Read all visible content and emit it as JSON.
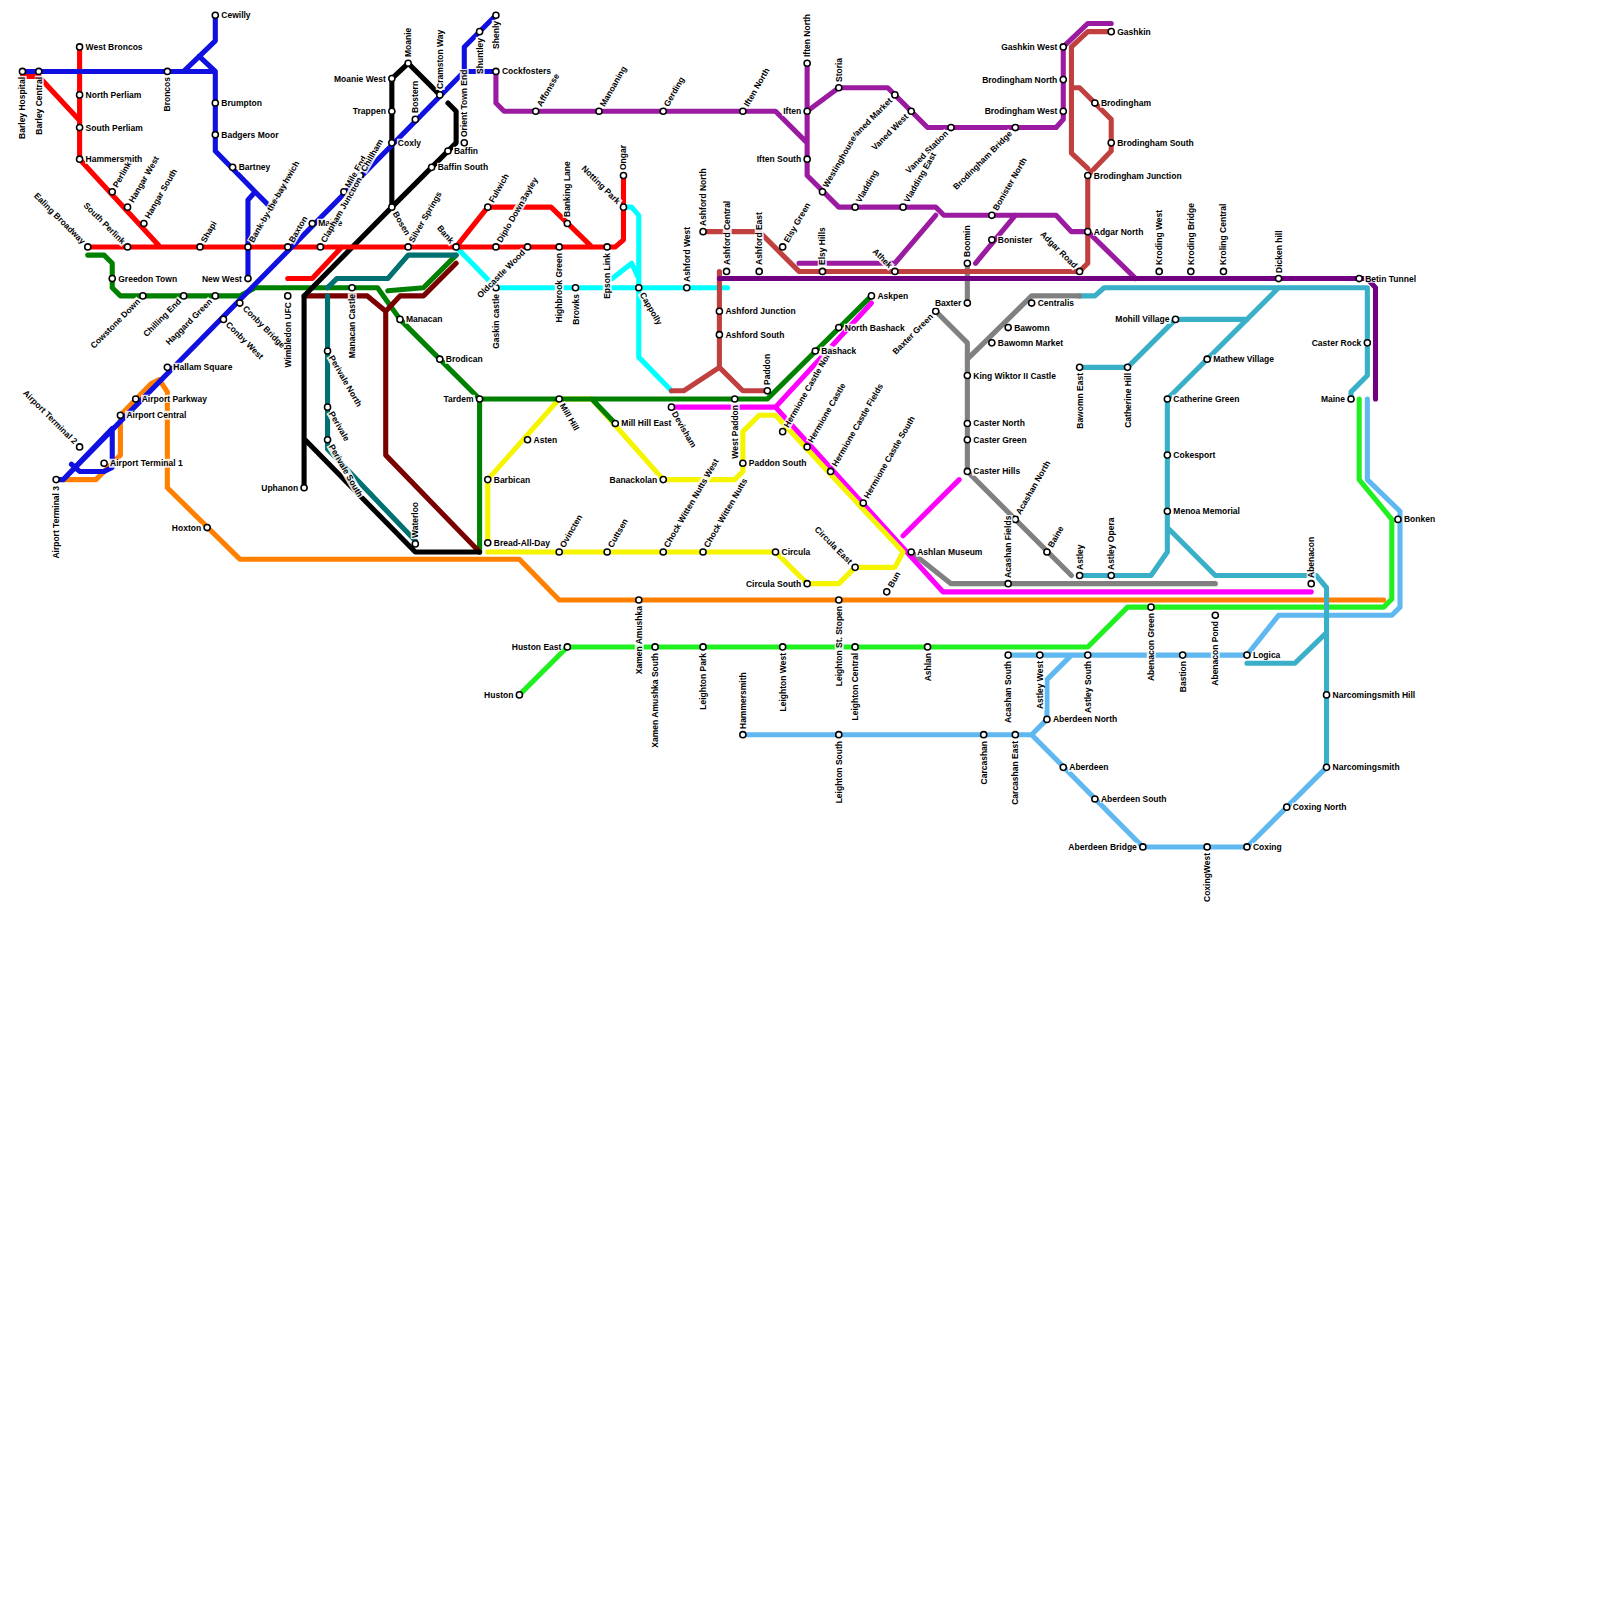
{
  "diagram": {
    "labels": [
      "Barley Hospital",
      "Barley Central",
      "West Broncos",
      "North Perliam",
      "South Perliam",
      "Hammersmith",
      "Perlink",
      "Hangar West",
      "Hangar South",
      "Ealing Broadway",
      "South Perlink",
      "Shapi",
      "Broncos",
      "Cewilly",
      "Brumpton",
      "Badgers Moor",
      "Bartney",
      "Fullishwich",
      "Bank-by-the-bay",
      "New West",
      "Baxton",
      "Maine",
      "Clapham Junction",
      "Mile End",
      "Chillham",
      "Greedon Town",
      "Cowstone Down",
      "Chilling End",
      "Haggard Green",
      "Conby Bridge",
      "Conby West",
      "Wimbledon UFC",
      "Hallam Square",
      "Airport Parkway",
      "Airport Central",
      "Airport Terminal 2",
      "Airport Terminal 1",
      "Airport Terminal 3",
      "Hoxton",
      "Uphanon",
      "Moanie",
      "Moanie West",
      "Trappen",
      "Bostern",
      "Cramston Way",
      "Coxly",
      "Orient Town End",
      "Shuntley",
      "Shenly",
      "Cockfosters",
      "Baffin",
      "Baffin South",
      "Bosen",
      "Silver Springs",
      "Bank",
      "Fulwich",
      "Bayley",
      "Diplo Down",
      "Banking Lane",
      "Ongar",
      "Notting Park",
      "Highbrook Green",
      "Epson Link",
      "Browks",
      "Gaskin castle",
      "Oldcastle Wood",
      "Manacan Castle",
      "Manacan",
      "Brodican",
      "Tardem",
      "Perivale North",
      "Perivale",
      "Perivale South",
      "Waterloo",
      "Barbican",
      "Bread-All-Day",
      "Asten",
      "Mill Hill",
      "Mill Hill East",
      "Ovincten",
      "Cuttsen",
      "Chock Witten Nutts West",
      "Chock Witten Nutts",
      "Banackolan",
      "Paddon South",
      "Circula",
      "Circula South",
      "Circula East",
      "Xamen Amushka",
      "Huston East",
      "Huston",
      "Xamen Amushka South",
      "Leighton Park",
      "Hammersmith",
      "Leighton West",
      "Leighton St. Stopen",
      "Leighton Central",
      "Leighton South",
      "Ashlan",
      "Bun",
      "Ashlan Museum",
      "Carcashan",
      "Carcashan East",
      "Acashan South",
      "Acashan Fields",
      "Acashan North",
      "Baine",
      "Astley",
      "Astley Opera",
      "Astley West",
      "Astley South",
      "Aberdeen North",
      "Aberdeen",
      "Aberdeen South",
      "Aberdeen Bridge",
      "CoxingWest",
      "Coxing",
      "Coxing North",
      "Narcomingsmith",
      "Narcomingsmith Hill",
      "Logica",
      "Bastion",
      "Abenacon Green",
      "Abenacon Pond",
      "Abenacon",
      "Bonken",
      "Maine",
      "Caster Rock",
      "Betin Tunnel",
      "Dicken hill",
      "Kroling Central",
      "Kroding Bridge",
      "Kroding West",
      "Mohill Village",
      "Mathew Village",
      "Catherine Green",
      "Cokesport",
      "Menoa Memorial",
      "Catherine Hill",
      "Bawomn East",
      "Adgar Road",
      "Adgar North",
      "Centralis",
      "Bawomn",
      "Bawomn Market",
      "Baxter",
      "Baxter Green",
      "King Wiktor II Castle",
      "Caster North",
      "Caster Green",
      "Caster Hills",
      "Boomin",
      "Bonister",
      "Bonister North",
      "Brodingham Bridge",
      "Brodingham West",
      "Brodingham North",
      "Gashkin West",
      "Gashkin",
      "Brodingham",
      "Brodingham South",
      "Brodingham Junction",
      "Vaned Station",
      "Vaned West",
      "Vaned Market",
      "Storia",
      "Iften North",
      "Iften",
      "Iften South",
      "Westinghouse",
      "Vladding",
      "Vladding East",
      "Athek",
      "Elsy Hills",
      "Elsy Green",
      "Ashford East",
      "Ashford Central",
      "Ashford North",
      "Ashford West",
      "Ashford Junction",
      "Ashford South",
      "Manoaning",
      "Affonsse",
      "Gerding",
      "Iften North",
      "Cappolly",
      "Devisham",
      "West Paddon",
      "Paddon",
      "Hermione Castle North",
      "Hermione Castle",
      "Hermione Castle Fields",
      "Hermione Castle South",
      "Bashack",
      "North Bashack",
      "Askpen"
    ]
  }
}
